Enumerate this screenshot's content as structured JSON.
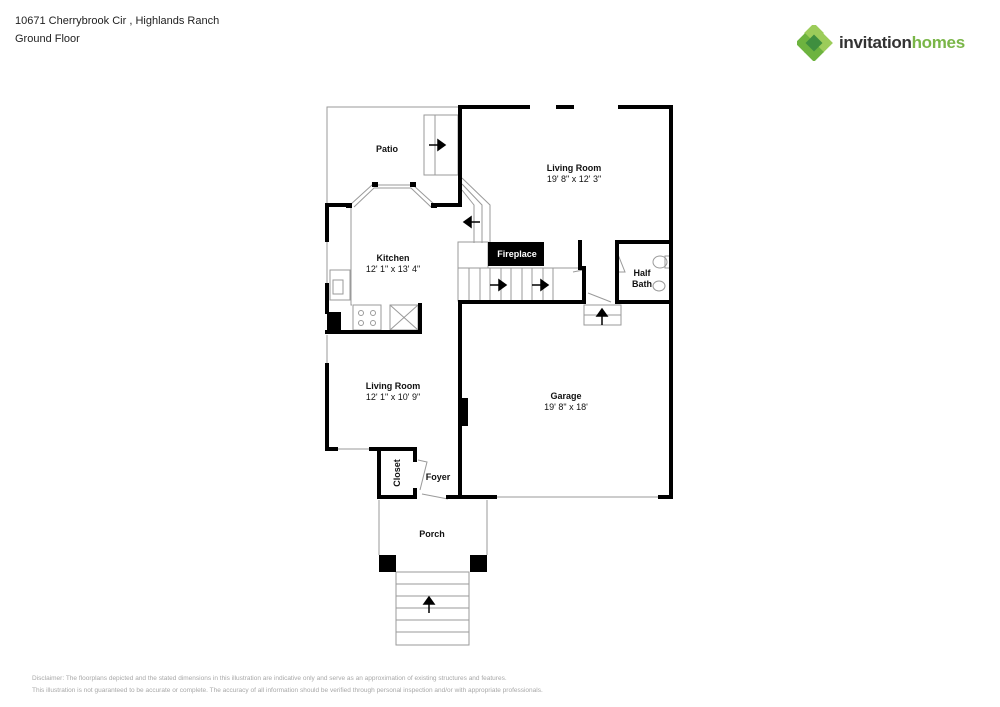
{
  "header": {
    "address": "10671 Cherrybrook Cir , Highlands Ranch",
    "floor": "Ground Floor"
  },
  "logo": {
    "icon": "clover-diamond-icon",
    "text_part1": "invitation",
    "text_part2": "homes",
    "colors": {
      "dark": "#333333",
      "green": "#7ab648",
      "green_dark": "#3f8f3f",
      "green_light": "#9ccc5a"
    }
  },
  "rooms": {
    "patio": {
      "name": "Patio"
    },
    "living_room_upper": {
      "name": "Living Room",
      "dims": "19' 8\" x 12' 3\""
    },
    "fireplace": {
      "name": "Fireplace"
    },
    "kitchen": {
      "name": "Kitchen",
      "dims": "12' 1\" x 13' 4\""
    },
    "half_bath": {
      "name_line1": "Half",
      "name_line2": "Bath"
    },
    "living_room_lower": {
      "name": "Living Room",
      "dims": "12' 1\" x 10' 9\""
    },
    "garage": {
      "name": "Garage",
      "dims": "19' 8\" x 18'"
    },
    "closet": {
      "name": "Closet"
    },
    "foyer": {
      "name": "Foyer"
    },
    "porch": {
      "name": "Porch"
    }
  },
  "disclaimer": {
    "line1": "Disclaimer: The floorplans depicted and the stated dimensions in this illustration are indicative only and serve as an approximation of existing structures and features.",
    "line2": "This illustration is not guaranteed to be accurate or complete. The accuracy of all information should be verified through personal inspection and/or with appropriate professionals."
  }
}
